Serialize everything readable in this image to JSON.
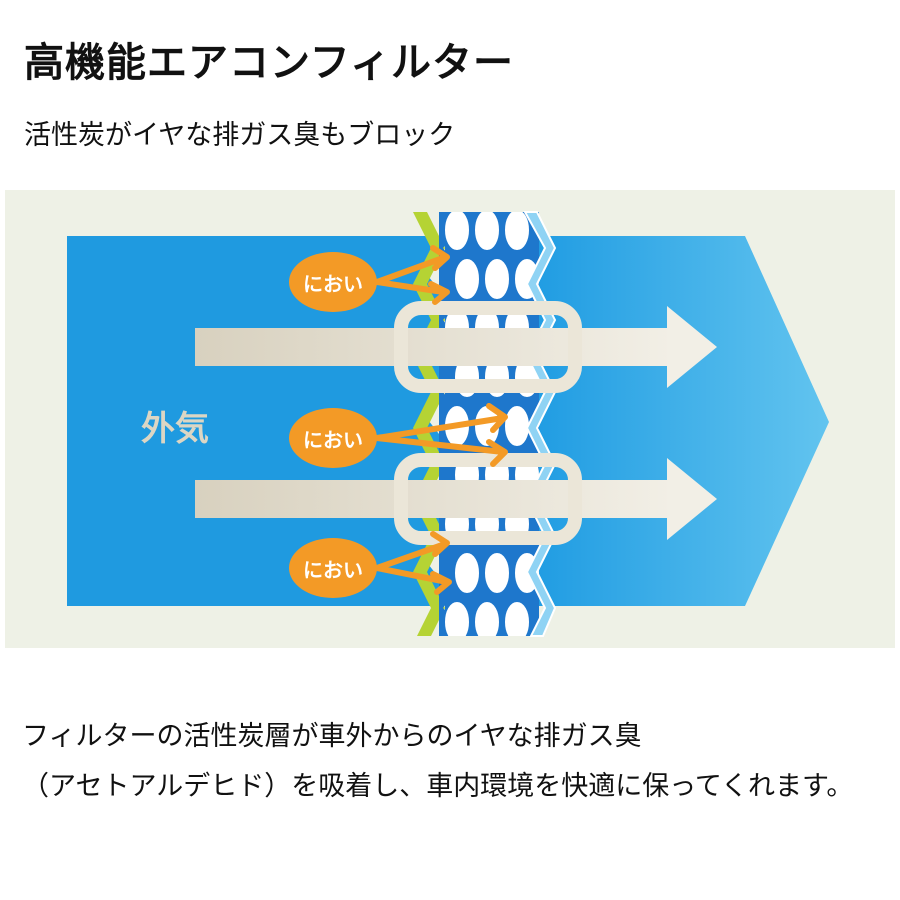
{
  "header": {
    "title": "高機能エアコンフィルター",
    "subtitle": "活性炭がイヤな排ガス臭もブロック"
  },
  "diagram": {
    "outside_air_label": "外気",
    "odor_labels": [
      "におい",
      "におい",
      "におい"
    ],
    "colors": {
      "background": "#eef1e6",
      "air_in": "#1f9ae0",
      "air_out": "#5cc0ee",
      "filter_green": "#b5d334",
      "carbon_cell": "#1e77cc",
      "odor": "#f39a26",
      "airflow": "#dcd6c6"
    }
  },
  "caption": {
    "line1": "フィルターの活性炭層が車外からのイヤな排ガス臭",
    "line2": "（アセトアルデヒド）を吸着し、車内環境を快適に保ってくれます。"
  }
}
